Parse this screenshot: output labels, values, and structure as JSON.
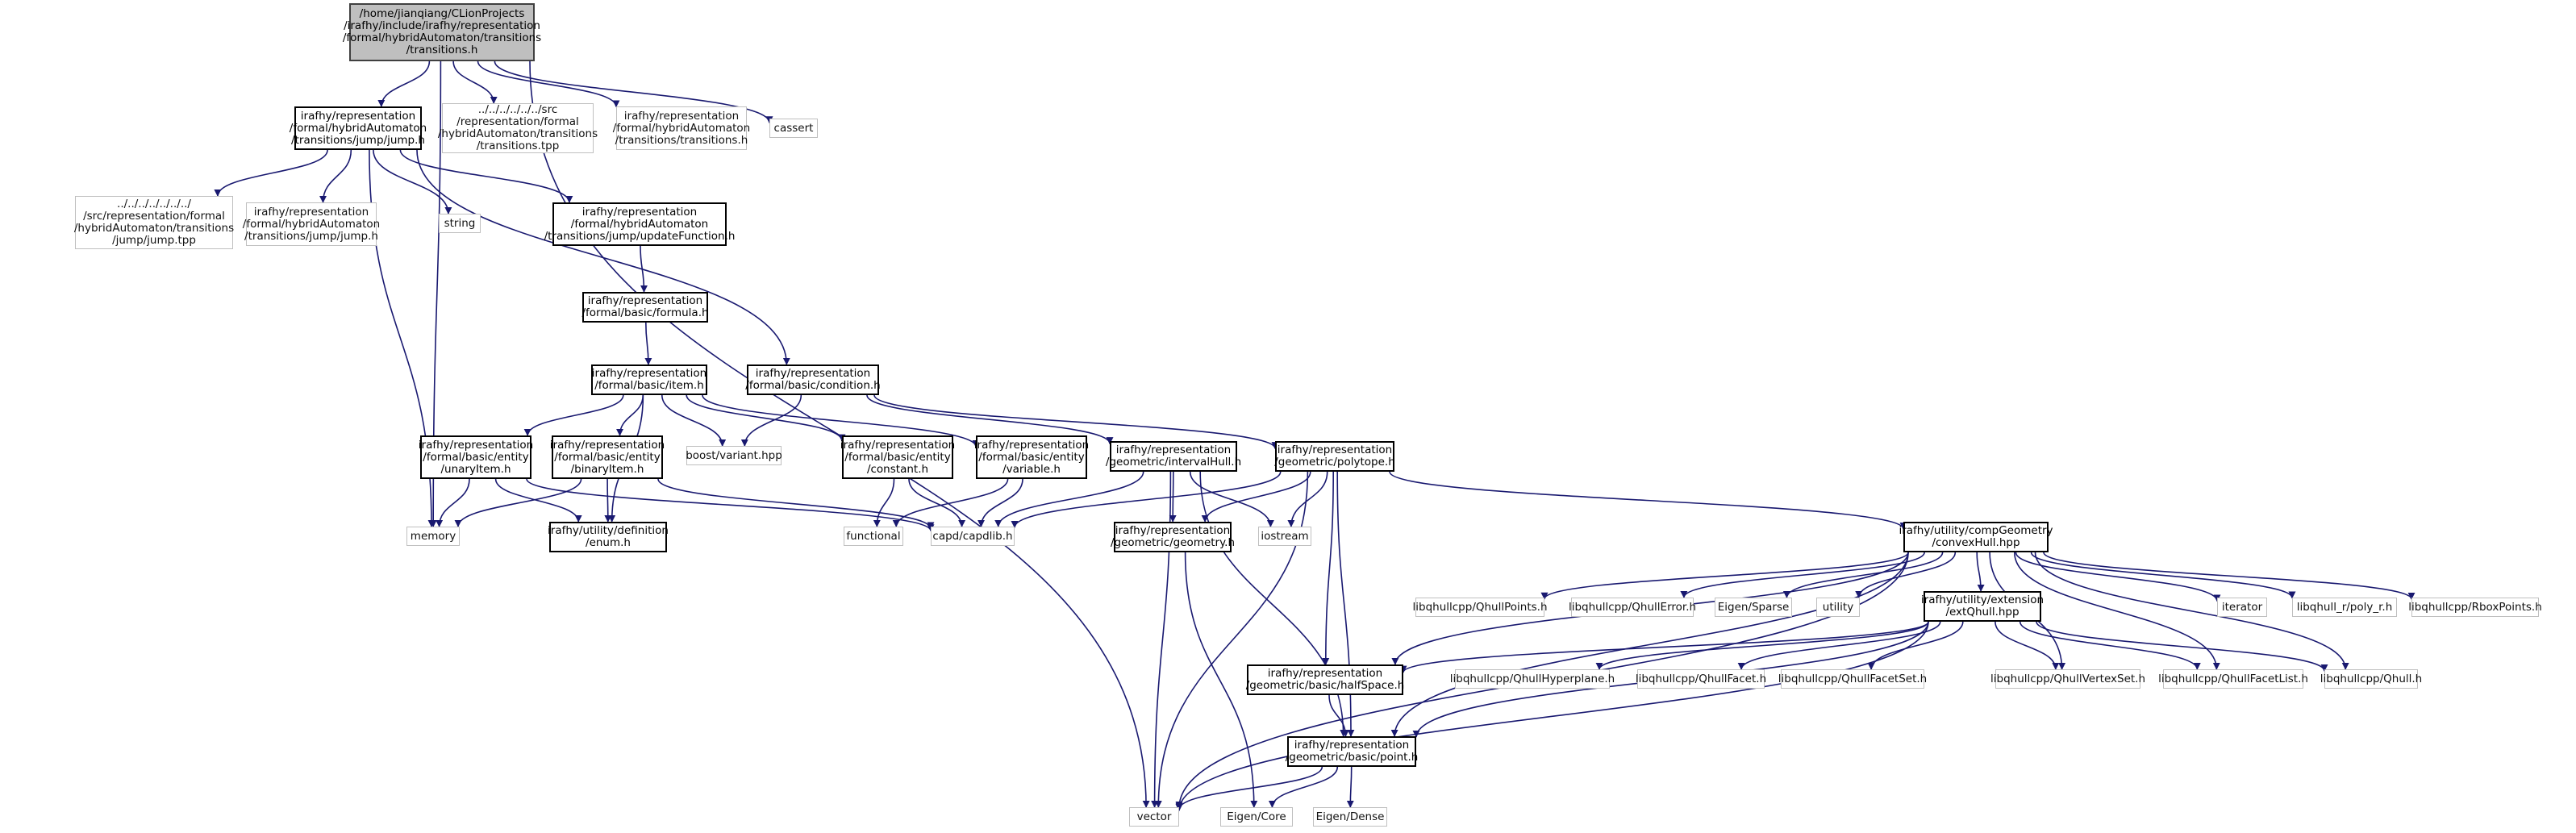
{
  "diagram": {
    "type": "include-dependency-graph",
    "colors": {
      "edge": "#191970",
      "root_fill": "#bfbfbf",
      "local_border": "#000000",
      "system_border": "#bfbfbf"
    },
    "nodes": [
      {
        "id": "root",
        "text": "/home/jianqiang/CLionProjects\n/irafhy/include/irafhy/representation\n/formal/hybridAutomaton/transitions\n/transitions.h",
        "kind": "root"
      },
      {
        "id": "jump_h",
        "text": "irafhy/representation\n/formal/hybridAutomaton\n/transitions/jump/jump.h",
        "kind": "local"
      },
      {
        "id": "transitions_tpp",
        "text": "../../../../../../src\n/representation/formal\n/hybridAutomaton/transitions\n/transitions.tpp",
        "kind": "system"
      },
      {
        "id": "transitions_h2",
        "text": "irafhy/representation\n/formal/hybridAutomaton\n/transitions/transitions.h",
        "kind": "system"
      },
      {
        "id": "cassert",
        "text": "cassert",
        "kind": "system"
      },
      {
        "id": "jump_tpp",
        "text": "../../../../../../../\n/src/representation/formal\n/hybridAutomaton/transitions\n/jump/jump.tpp",
        "kind": "system"
      },
      {
        "id": "jump_h2",
        "text": "irafhy/representation\n/formal/hybridAutomaton\n/transitions/jump/jump.h",
        "kind": "system"
      },
      {
        "id": "string",
        "text": "string",
        "kind": "system"
      },
      {
        "id": "updateFunction",
        "text": "irafhy/representation\n/formal/hybridAutomaton\n/transitions/jump/updateFunction.h",
        "kind": "local"
      },
      {
        "id": "formula",
        "text": "irafhy/representation\n/formal/basic/formula.h",
        "kind": "local"
      },
      {
        "id": "item",
        "text": "irafhy/representation\n/formal/basic/item.h",
        "kind": "local"
      },
      {
        "id": "condition",
        "text": "irafhy/representation\n/formal/basic/condition.h",
        "kind": "local"
      },
      {
        "id": "unaryItem",
        "text": "irafhy/representation\n/formal/basic/entity\n/unaryItem.h",
        "kind": "local"
      },
      {
        "id": "binaryItem",
        "text": "irafhy/representation\n/formal/basic/entity\n/binaryItem.h",
        "kind": "local"
      },
      {
        "id": "boost_variant",
        "text": "boost/variant.hpp",
        "kind": "system"
      },
      {
        "id": "constant",
        "text": "irafhy/representation\n/formal/basic/entity\n/constant.h",
        "kind": "local"
      },
      {
        "id": "variable",
        "text": "irafhy/representation\n/formal/basic/entity\n/variable.h",
        "kind": "local"
      },
      {
        "id": "intervalHull",
        "text": "irafhy/representation\n/geometric/intervalHull.h",
        "kind": "local"
      },
      {
        "id": "polytope",
        "text": "irafhy/representation\n/geometric/polytope.h",
        "kind": "local"
      },
      {
        "id": "memory",
        "text": "memory",
        "kind": "system"
      },
      {
        "id": "enum",
        "text": "irafhy/utility/definition\n/enum.h",
        "kind": "local"
      },
      {
        "id": "functional",
        "text": "functional",
        "kind": "system"
      },
      {
        "id": "capdlib",
        "text": "capd/capdlib.h",
        "kind": "system"
      },
      {
        "id": "geometry",
        "text": "irafhy/representation\n/geometric/geometry.h",
        "kind": "local"
      },
      {
        "id": "iostream",
        "text": "iostream",
        "kind": "system"
      },
      {
        "id": "convexHull",
        "text": "irafhy/utility/compGeometry\n/convexHull.hpp",
        "kind": "local"
      },
      {
        "id": "QhullPoints",
        "text": "libqhullcpp/QhullPoints.h",
        "kind": "system"
      },
      {
        "id": "QhullError",
        "text": "libqhullcpp/QhullError.h",
        "kind": "system"
      },
      {
        "id": "EigenSparse",
        "text": "Eigen/Sparse",
        "kind": "system"
      },
      {
        "id": "utility",
        "text": "utility",
        "kind": "system"
      },
      {
        "id": "extQhull",
        "text": "irafhy/utility/extension\n/extQhull.hpp",
        "kind": "local"
      },
      {
        "id": "iterator",
        "text": "iterator",
        "kind": "system"
      },
      {
        "id": "libqhull_r",
        "text": "libqhull_r/poly_r.h",
        "kind": "system"
      },
      {
        "id": "RboxPoints",
        "text": "libqhullcpp/RboxPoints.h",
        "kind": "system"
      },
      {
        "id": "halfSpace",
        "text": "irafhy/representation\n/geometric/basic/halfSpace.h",
        "kind": "local"
      },
      {
        "id": "QhullHyperplane",
        "text": "libqhullcpp/QhullHyperplane.h",
        "kind": "system"
      },
      {
        "id": "QhullFacet",
        "text": "libqhullcpp/QhullFacet.h",
        "kind": "system"
      },
      {
        "id": "QhullFacetSet",
        "text": "libqhullcpp/QhullFacetSet.h",
        "kind": "system"
      },
      {
        "id": "QhullVertexSet",
        "text": "libqhullcpp/QhullVertexSet.h",
        "kind": "system"
      },
      {
        "id": "QhullFacetList",
        "text": "libqhullcpp/QhullFacetList.h",
        "kind": "system"
      },
      {
        "id": "Qhull",
        "text": "libqhullcpp/Qhull.h",
        "kind": "system"
      },
      {
        "id": "point",
        "text": "irafhy/representation\n/geometric/basic/point.h",
        "kind": "local"
      },
      {
        "id": "vector",
        "text": "vector",
        "kind": "system"
      },
      {
        "id": "EigenCore",
        "text": "Eigen/Core",
        "kind": "system"
      },
      {
        "id": "EigenDense",
        "text": "Eigen/Dense",
        "kind": "system"
      }
    ],
    "edges": [
      [
        "root",
        "jump_h"
      ],
      [
        "root",
        "transitions_tpp"
      ],
      [
        "root",
        "transitions_h2"
      ],
      [
        "root",
        "cassert"
      ],
      [
        "root",
        "memory"
      ],
      [
        "root",
        "vector"
      ],
      [
        "jump_h",
        "jump_tpp"
      ],
      [
        "jump_h",
        "jump_h2"
      ],
      [
        "jump_h",
        "string"
      ],
      [
        "jump_h",
        "updateFunction"
      ],
      [
        "jump_h",
        "condition"
      ],
      [
        "jump_h",
        "memory"
      ],
      [
        "updateFunction",
        "formula"
      ],
      [
        "formula",
        "item"
      ],
      [
        "item",
        "unaryItem"
      ],
      [
        "item",
        "binaryItem"
      ],
      [
        "item",
        "boost_variant"
      ],
      [
        "item",
        "constant"
      ],
      [
        "item",
        "variable"
      ],
      [
        "item",
        "enum"
      ],
      [
        "condition",
        "boost_variant"
      ],
      [
        "condition",
        "intervalHull"
      ],
      [
        "condition",
        "polytope"
      ],
      [
        "unaryItem",
        "memory"
      ],
      [
        "unaryItem",
        "enum"
      ],
      [
        "unaryItem",
        "capdlib"
      ],
      [
        "binaryItem",
        "memory"
      ],
      [
        "binaryItem",
        "enum"
      ],
      [
        "binaryItem",
        "capdlib"
      ],
      [
        "constant",
        "functional"
      ],
      [
        "constant",
        "capdlib"
      ],
      [
        "variable",
        "functional"
      ],
      [
        "variable",
        "capdlib"
      ],
      [
        "intervalHull",
        "capdlib"
      ],
      [
        "intervalHull",
        "geometry"
      ],
      [
        "intervalHull",
        "iostream"
      ],
      [
        "intervalHull",
        "vector"
      ],
      [
        "intervalHull",
        "point"
      ],
      [
        "polytope",
        "capdlib"
      ],
      [
        "polytope",
        "geometry"
      ],
      [
        "polytope",
        "iostream"
      ],
      [
        "polytope",
        "convexHull"
      ],
      [
        "polytope",
        "halfSpace"
      ],
      [
        "polytope",
        "point"
      ],
      [
        "polytope",
        "vector"
      ],
      [
        "geometry",
        "EigenCore"
      ],
      [
        "convexHull",
        "QhullPoints"
      ],
      [
        "convexHull",
        "QhullError"
      ],
      [
        "convexHull",
        "EigenSparse"
      ],
      [
        "convexHull",
        "utility"
      ],
      [
        "convexHull",
        "extQhull"
      ],
      [
        "convexHull",
        "iterator"
      ],
      [
        "convexHull",
        "libqhull_r"
      ],
      [
        "convexHull",
        "RboxPoints"
      ],
      [
        "convexHull",
        "halfSpace"
      ],
      [
        "convexHull",
        "QhullVertexSet"
      ],
      [
        "convexHull",
        "QhullFacetList"
      ],
      [
        "convexHull",
        "Qhull"
      ],
      [
        "convexHull",
        "point"
      ],
      [
        "convexHull",
        "vector"
      ],
      [
        "extQhull",
        "halfSpace"
      ],
      [
        "extQhull",
        "QhullHyperplane"
      ],
      [
        "extQhull",
        "QhullFacet"
      ],
      [
        "extQhull",
        "QhullFacetSet"
      ],
      [
        "extQhull",
        "QhullVertexSet"
      ],
      [
        "extQhull",
        "QhullFacetList"
      ],
      [
        "extQhull",
        "Qhull"
      ],
      [
        "extQhull",
        "point"
      ],
      [
        "extQhull",
        "vector"
      ],
      [
        "halfSpace",
        "point"
      ],
      [
        "point",
        "vector"
      ],
      [
        "point",
        "EigenCore"
      ],
      [
        "point",
        "EigenDense"
      ]
    ]
  }
}
